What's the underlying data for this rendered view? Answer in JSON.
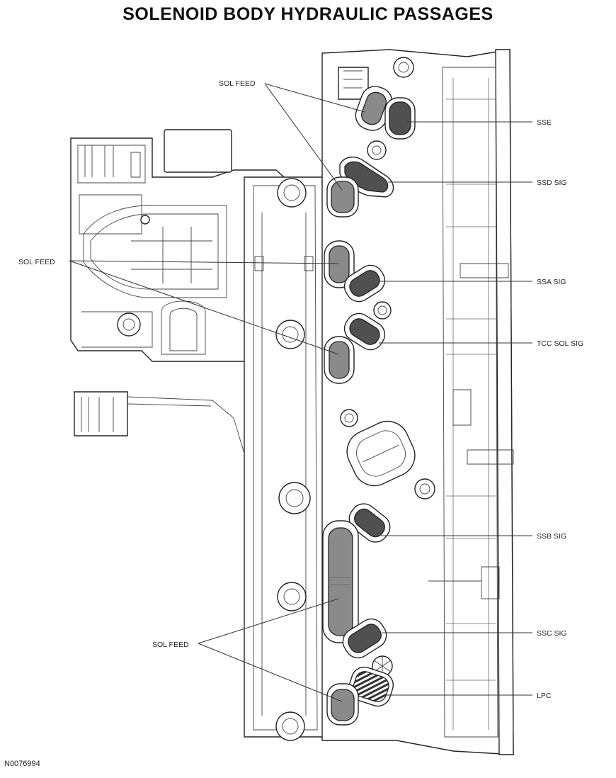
{
  "diagram": {
    "title": "SOLENOID BODY HYDRAULIC PASSAGES",
    "figure_id": "N0076994",
    "labels": {
      "sol_feed_top": "SOL FEED",
      "sol_feed_mid": "SOL FEED",
      "sol_feed_bottom": "SOL FEED",
      "sse": "SSE",
      "ssd_sig": "SSD SIG",
      "ssa_sig": "SSA SIG",
      "tcc_sol_sig": "TCC SOL SIG",
      "ssb_sig": "SSB SIG",
      "ssc_sig": "SSC SIG",
      "lpc": "LPC"
    }
  }
}
